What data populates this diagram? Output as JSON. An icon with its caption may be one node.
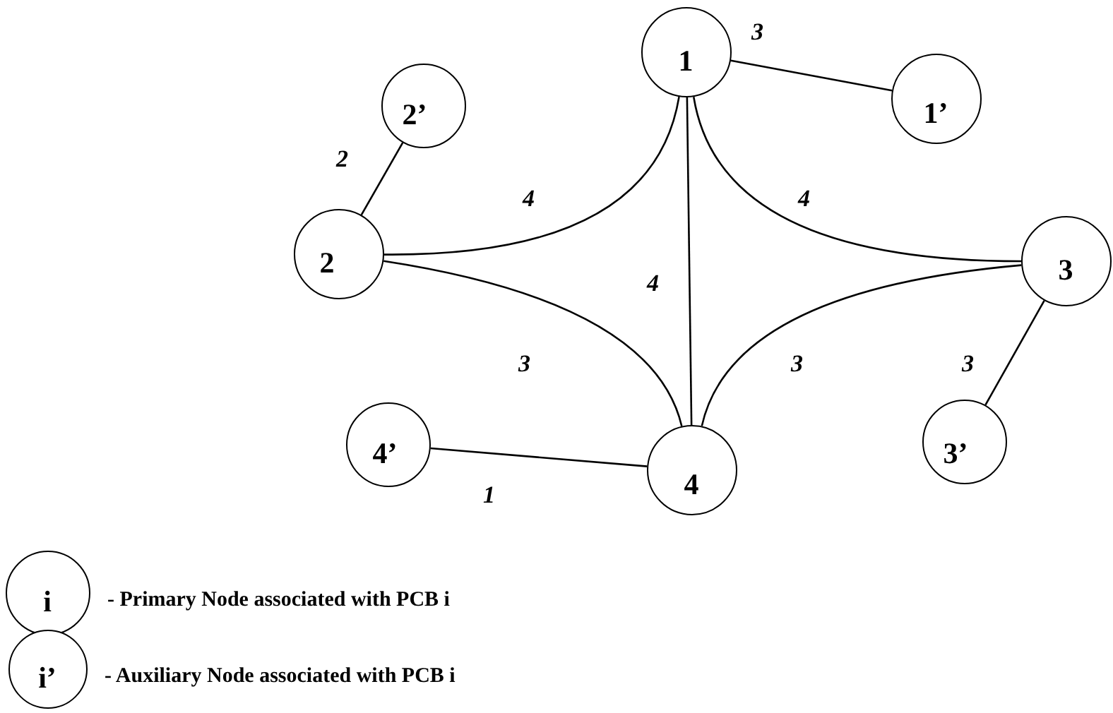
{
  "diagram": {
    "nodes": [
      {
        "text": [
          "1"
        ]
      },
      {
        "text": [
          "1’"
        ]
      },
      {
        "text": [
          "2’"
        ]
      },
      {
        "text": [
          "2"
        ]
      },
      {
        "text": [
          "3"
        ]
      },
      {
        "text": [
          "4’"
        ]
      },
      {
        "text": [
          "4"
        ]
      },
      {
        "text": [
          "3’"
        ]
      },
      {
        "text": [
          "i"
        ],
        "beside": [
          "- Primary Node associated with PCB i"
        ]
      },
      {
        "text": [
          "i’"
        ],
        "beside": [
          "- Auxiliary Node associated with PCB i"
        ]
      }
    ],
    "edges": [
      {
        "from": 0,
        "to": 1,
        "arrow": "none",
        "label": "3"
      },
      {
        "from": 3,
        "to": 2,
        "arrow": "none",
        "label": "2"
      },
      {
        "from": 0,
        "to": 3,
        "arrow": "none",
        "label": "4"
      },
      {
        "from": 0,
        "to": 4,
        "arrow": "none",
        "label": "4"
      },
      {
        "from": 0,
        "to": 6,
        "arrow": "none",
        "label": "4"
      },
      {
        "from": 3,
        "to": 6,
        "arrow": "none",
        "label": "3"
      },
      {
        "from": 4,
        "to": 6,
        "arrow": "none",
        "label": "3"
      },
      {
        "from": 4,
        "to": 7,
        "arrow": "none",
        "label": "3"
      },
      {
        "from": 5,
        "to": 6,
        "arrow": "none",
        "label": "1"
      }
    ]
  }
}
